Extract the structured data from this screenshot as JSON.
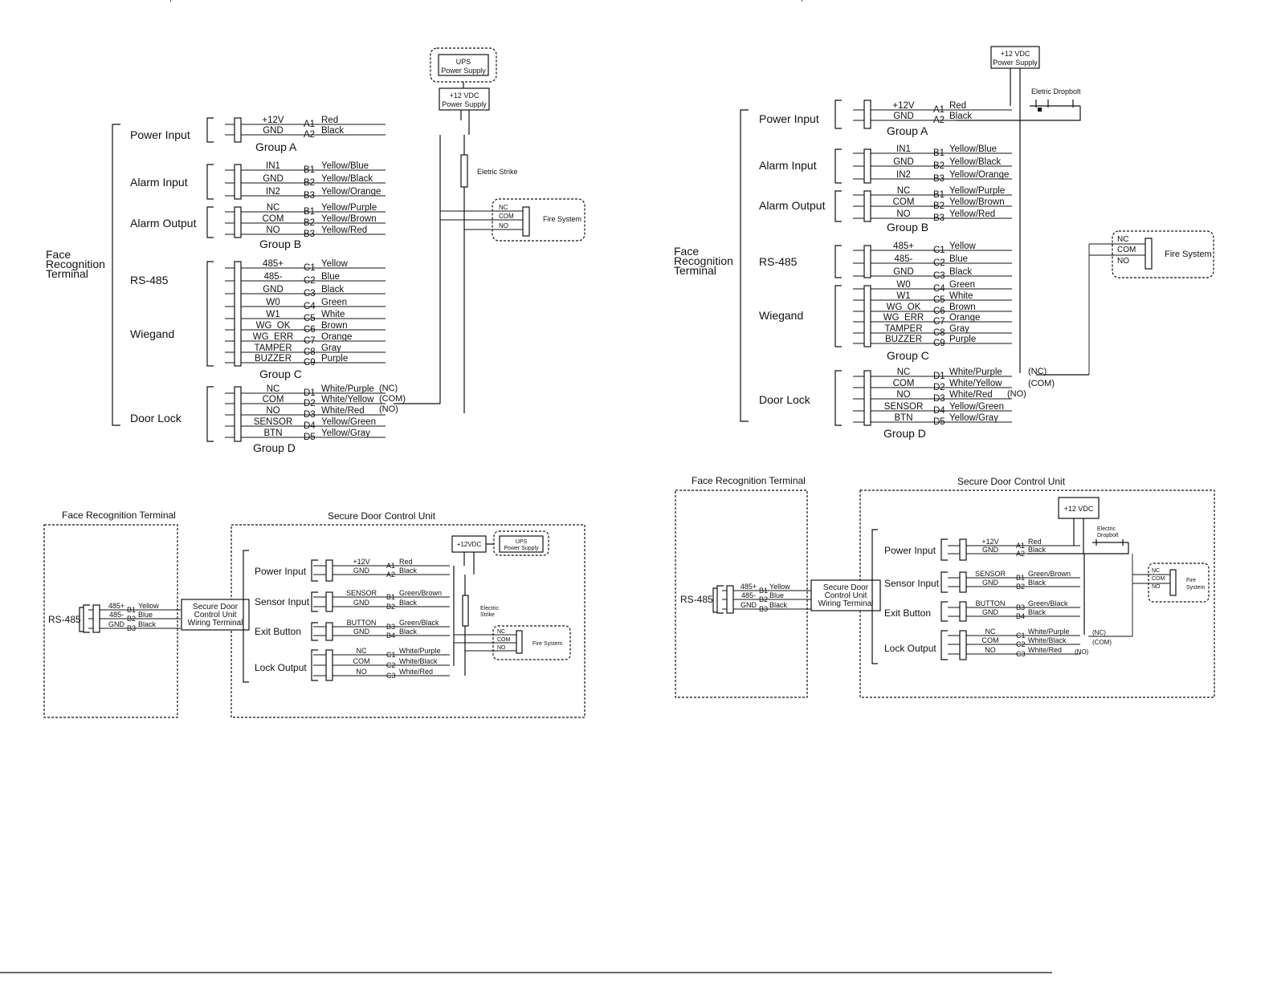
{
  "common": {
    "terminal": [
      "Face",
      "Recognition",
      "Terminal"
    ],
    "ups": [
      "UPS",
      "Power Supply"
    ],
    "psu_12vdc": [
      "+12 VDC",
      "Power Supply"
    ],
    "strike": "Eletric Strike",
    "dropbolt": "Eletric Dropbolt",
    "fire": "Fire System",
    "fire_nc": "NC",
    "fire_com": "COM",
    "fire_no": "NO",
    "nc_tag": "(NC)",
    "com_tag": "(COM)",
    "no_tag": "(NO)"
  },
  "d1": {
    "sections": [
      "Power Input",
      "Alarm Input",
      "Alarm Output",
      "RS-485",
      "Wiegand",
      "Door Lock"
    ],
    "groups": [
      "Group A",
      "Group B",
      "Group C",
      "Group D"
    ],
    "pins": [
      {
        "sig": "+12V",
        "pin": "A1",
        "color": "Red"
      },
      {
        "sig": "GND",
        "pin": "A2",
        "color": "Black"
      },
      {
        "sig": "IN1",
        "pin": "B1",
        "color": "Yellow/Blue"
      },
      {
        "sig": "GND",
        "pin": "B2",
        "color": "Yellow/Black"
      },
      {
        "sig": "IN2",
        "pin": "B3",
        "color": "Yellow/Orange"
      },
      {
        "sig": "NC",
        "pin": "B1",
        "color": "Yellow/Purple"
      },
      {
        "sig": "COM",
        "pin": "B2",
        "color": "Yellow/Brown"
      },
      {
        "sig": "NO",
        "pin": "B3",
        "color": "Yellow/Red"
      },
      {
        "sig": "485+",
        "pin": "C1",
        "color": "Yellow"
      },
      {
        "sig": "485-",
        "pin": "C2",
        "color": "Blue"
      },
      {
        "sig": "GND",
        "pin": "C3",
        "color": "Black"
      },
      {
        "sig": "W0",
        "pin": "C4",
        "color": "Green"
      },
      {
        "sig": "W1",
        "pin": "C5",
        "color": "White"
      },
      {
        "sig": "WG_OK",
        "pin": "C6",
        "color": "Brown"
      },
      {
        "sig": "WG_ERR",
        "pin": "C7",
        "color": "Orange"
      },
      {
        "sig": "TAMPER",
        "pin": "C8",
        "color": "Gray"
      },
      {
        "sig": "BUZZER",
        "pin": "C9",
        "color": "Purple"
      },
      {
        "sig": "NC",
        "pin": "D1",
        "color": "White/Purple"
      },
      {
        "sig": "COM",
        "pin": "D2",
        "color": "White/Yellow"
      },
      {
        "sig": "NO",
        "pin": "D3",
        "color": "White/Red"
      },
      {
        "sig": "SENSOR",
        "pin": "D4",
        "color": "Yellow/Green"
      },
      {
        "sig": "BTN",
        "pin": "D5",
        "color": "Yellow/Gray"
      }
    ]
  },
  "d2": {
    "sections": [
      "Power Input",
      "Alarm Input",
      "Alarm Output",
      "RS-485",
      "Wiegand",
      "Door Lock"
    ],
    "groups": [
      "Group A",
      "Group B",
      "Group C",
      "Group D"
    ],
    "psu": [
      "+12 VDC",
      "Power Supply"
    ],
    "pins": [
      {
        "sig": "+12V",
        "pin": "A1",
        "color": "Red"
      },
      {
        "sig": "GND",
        "pin": "A2",
        "color": "Black"
      },
      {
        "sig": "IN1",
        "pin": "B1",
        "color": "Yellow/Blue"
      },
      {
        "sig": "GND",
        "pin": "B2",
        "color": "Yellow/Black"
      },
      {
        "sig": "IN2",
        "pin": "B3",
        "color": "Yellow/Orange"
      },
      {
        "sig": "NC",
        "pin": "B1",
        "color": "Yellow/Purple"
      },
      {
        "sig": "COM",
        "pin": "B2",
        "color": "Yellow/Brown"
      },
      {
        "sig": "NO",
        "pin": "B3",
        "color": "Yellow/Red"
      },
      {
        "sig": "485+",
        "pin": "C1",
        "color": "Yellow"
      },
      {
        "sig": "485-",
        "pin": "C2",
        "color": "Blue"
      },
      {
        "sig": "GND",
        "pin": "C3",
        "color": "Black"
      },
      {
        "sig": "W0",
        "pin": "C4",
        "color": "Green"
      },
      {
        "sig": "W1",
        "pin": "C5",
        "color": "White"
      },
      {
        "sig": "WG_OK",
        "pin": "C6",
        "color": "Brown"
      },
      {
        "sig": "WG_ERR",
        "pin": "C7",
        "color": "Orange"
      },
      {
        "sig": "TAMPER",
        "pin": "C8",
        "color": "Gray"
      },
      {
        "sig": "BUZZER",
        "pin": "C9",
        "color": "Purple"
      },
      {
        "sig": "NC",
        "pin": "D1",
        "color": "White/Purple"
      },
      {
        "sig": "COM",
        "pin": "D2",
        "color": "White/Yellow"
      },
      {
        "sig": "NO",
        "pin": "D3",
        "color": "White/Red"
      },
      {
        "sig": "SENSOR",
        "pin": "D4",
        "color": "Yellow/Green"
      },
      {
        "sig": "BTN",
        "pin": "D5",
        "color": "Yellow/Gray"
      }
    ]
  },
  "d3": {
    "frt_title": "Face Recognition Terminal",
    "sdcu_title": "Secure Door Control Unit",
    "rs485": "RS-485",
    "rs_pins": [
      {
        "sig": "485+",
        "pin": "B1",
        "color": "Yellow"
      },
      {
        "sig": "485-",
        "pin": "B2",
        "color": "Blue"
      },
      {
        "sig": "GND",
        "pin": "B3",
        "color": "Black"
      }
    ],
    "wiring_terminal": [
      "Secure Door",
      "Control Unit",
      "Wiring Terminal"
    ],
    "psu": "+12VDC",
    "ups": [
      "UPS",
      "Power Supply"
    ],
    "strike": [
      "Electric",
      "Strike"
    ],
    "fire": "Fire System",
    "sections": [
      "Power Input",
      "Sensor Input",
      "Exit Button",
      "Lock Output"
    ],
    "pins": [
      {
        "sig": "+12V",
        "pin": "A1",
        "color": "Red"
      },
      {
        "sig": "GND",
        "pin": "A2",
        "color": "Black"
      },
      {
        "sig": "SENSOR",
        "pin": "B1",
        "color": "Green/Brown"
      },
      {
        "sig": "GND",
        "pin": "B2",
        "color": "Black"
      },
      {
        "sig": "BUTTON",
        "pin": "B3",
        "color": "Green/Black"
      },
      {
        "sig": "GND",
        "pin": "B4",
        "color": "Black"
      },
      {
        "sig": "NC",
        "pin": "C1",
        "color": "White/Purple"
      },
      {
        "sig": "COM",
        "pin": "C2",
        "color": "White/Black"
      },
      {
        "sig": "NO",
        "pin": "C3",
        "color": "White/Red"
      }
    ]
  },
  "d4": {
    "frt_title": "Face Recognition Terminal",
    "sdcu_title": "Secure Door Control Unit",
    "rs485": "RS-485",
    "rs_pins": [
      {
        "sig": "485+",
        "pin": "B1",
        "color": "Yellow"
      },
      {
        "sig": "485-",
        "pin": "B2",
        "color": "Blue"
      },
      {
        "sig": "GND",
        "pin": "B3",
        "color": "Black"
      }
    ],
    "wiring_terminal": [
      "Secure Door",
      "Control Unit",
      "Wiring Terminal"
    ],
    "psu": "+12 VDC",
    "dropbolt": [
      "Electric",
      "Dropbolt"
    ],
    "fire": [
      "Fire",
      "System"
    ],
    "sections": [
      "Power Input",
      "Sensor Input",
      "Exit Button",
      "Lock Output"
    ],
    "pins": [
      {
        "sig": "+12V",
        "pin": "A1",
        "color": "Red"
      },
      {
        "sig": "GND",
        "pin": "A2",
        "color": "Black"
      },
      {
        "sig": "SENSOR",
        "pin": "B1",
        "color": "Green/Brown"
      },
      {
        "sig": "GND",
        "pin": "B2",
        "color": "Black"
      },
      {
        "sig": "BUTTON",
        "pin": "B3",
        "color": "Green/Black"
      },
      {
        "sig": "GND",
        "pin": "B4",
        "color": "Black"
      },
      {
        "sig": "NC",
        "pin": "C1",
        "color": "White/Purple"
      },
      {
        "sig": "COM",
        "pin": "C2",
        "color": "White/Black"
      },
      {
        "sig": "NO",
        "pin": "C3",
        "color": "White/Red"
      }
    ]
  }
}
